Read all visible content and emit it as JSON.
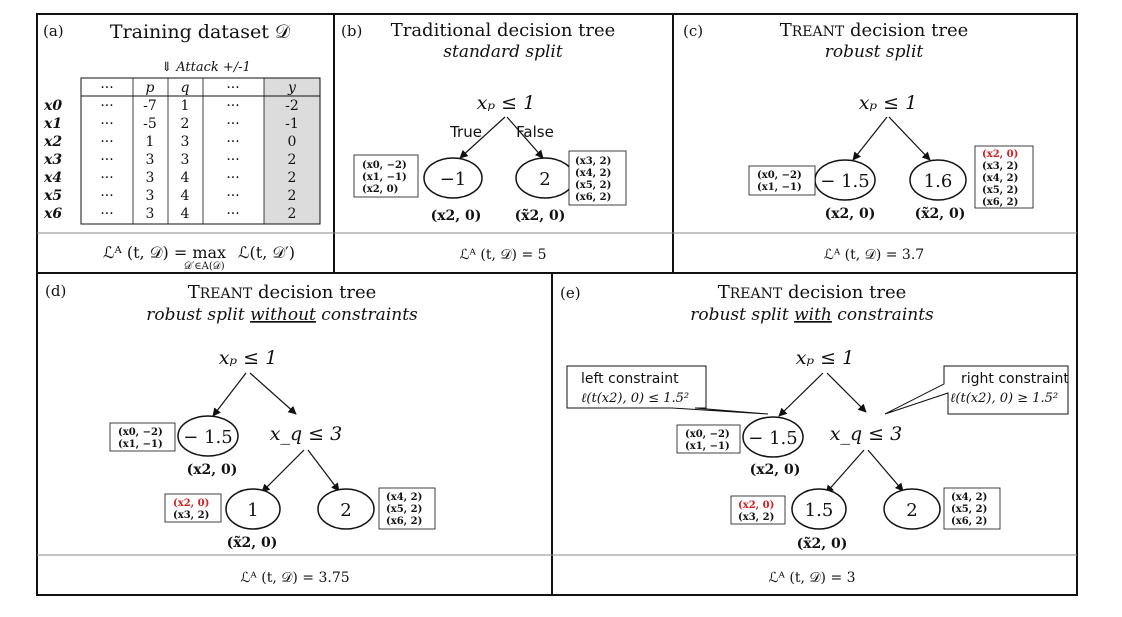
{
  "panel_a": {
    "letter": "(a)",
    "title": "Training dataset 𝒟",
    "attack_label": "⇓ Attack +/-1",
    "table": {
      "headers": [
        "···",
        "p",
        "q",
        "···",
        "y"
      ],
      "rows": [
        {
          "name": "x0",
          "cells": [
            "···",
            "-7",
            "1",
            "···",
            "-2"
          ]
        },
        {
          "name": "x1",
          "cells": [
            "···",
            "-5",
            "2",
            "···",
            "-1"
          ]
        },
        {
          "name": "x2",
          "cells": [
            "···",
            "1",
            "3",
            "···",
            "0"
          ]
        },
        {
          "name": "x3",
          "cells": [
            "···",
            "3",
            "3",
            "···",
            "2"
          ]
        },
        {
          "name": "x4",
          "cells": [
            "···",
            "3",
            "4",
            "···",
            "2"
          ]
        },
        {
          "name": "x5",
          "cells": [
            "···",
            "3",
            "4",
            "···",
            "2"
          ]
        },
        {
          "name": "x6",
          "cells": [
            "···",
            "3",
            "4",
            "···",
            "2"
          ]
        }
      ]
    },
    "formula_lhs": "ℒᴬ (t, 𝒟) = max",
    "formula_rhs": "ℒ(t, 𝒟′)",
    "formula_sub": "𝒟′∈A(𝒟)"
  },
  "panel_b": {
    "letter": "(b)",
    "title": "Traditional decision tree",
    "subtitle": "standard split",
    "root": "xₚ ≤ 1",
    "edge_true": "True",
    "edge_false": "False",
    "left_leaf": "−1",
    "right_leaf": "2",
    "left_box": [
      "(x0, −2)",
      "(x1, −1)",
      "(x2, 0)"
    ],
    "right_box": [
      "(x3, 2)",
      "(x4, 2)",
      "(x5, 2)",
      "(x6, 2)"
    ],
    "left_under": "(x2, 0)",
    "right_under": "(x̃2, 0)",
    "loss": "ℒᴬ (t, 𝒟) = 5"
  },
  "panel_c": {
    "letter": "(c)",
    "title_cap": "T",
    "title_rest": "REANT",
    "title_tail": "decision tree",
    "subtitle": "robust split",
    "root": "xₚ ≤ 1",
    "left_leaf": "− 1.5",
    "right_leaf": "1.6",
    "left_box": [
      "(x0, −2)",
      "(x1, −1)"
    ],
    "right_box": [
      "(x2, 0)",
      "(x3, 2)",
      "(x4, 2)",
      "(x5, 2)",
      "(x6, 2)"
    ],
    "left_under": "(x2, 0)",
    "right_under": "(x̃2, 0)",
    "loss": "ℒᴬ (t, 𝒟) = 3.7"
  },
  "panel_d": {
    "letter": "(d)",
    "title_cap": "T",
    "title_rest": "REANT",
    "title_tail": "decision tree",
    "subtitle_pre": "robust split",
    "subtitle_under": "without",
    "subtitle_post": "constraints",
    "root": "xₚ ≤ 1",
    "mid": "x_q ≤ 3",
    "leaf_a": "− 1.5",
    "leaf_b": "1",
    "leaf_c": "2",
    "box_a": [
      "(x0, −2)",
      "(x1, −1)"
    ],
    "box_b": [
      "(x2, 0)",
      "(x3, 2)"
    ],
    "box_c": [
      "(x4, 2)",
      "(x5, 2)",
      "(x6, 2)"
    ],
    "under_a": "(x2, 0)",
    "under_b": "(x̃2, 0)",
    "loss": "ℒᴬ (t, 𝒟) = 3.75"
  },
  "panel_e": {
    "letter": "(e)",
    "title_cap": "T",
    "title_rest": "REANT",
    "title_tail": "decision tree",
    "subtitle_pre": "robust split",
    "subtitle_under": "with",
    "subtitle_post": "constraints",
    "root": "xₚ ≤ 1",
    "mid": "x_q ≤ 3",
    "leaf_a": "− 1.5",
    "leaf_b": "1.5",
    "leaf_c": "2",
    "box_a": [
      "(x0, −2)",
      "(x1, −1)"
    ],
    "box_b": [
      "(x2, 0)",
      "(x3, 2)"
    ],
    "box_c": [
      "(x4, 2)",
      "(x5, 2)",
      "(x6, 2)"
    ],
    "under_a": "(x2, 0)",
    "under_b": "(x̃2, 0)",
    "left_constraint_title": "left constraint",
    "left_constraint_formula": "ℓ(t(x2), 0) ≤ 1.5²",
    "right_constraint_title": "right constraint",
    "right_constraint_formula": "ℓ(t(x2), 0) ≥ 1.5²",
    "loss": "ℒᴬ (t, 𝒟) = 3"
  },
  "colors": {
    "highlight": "#d12020",
    "y_column_fill": "#dcdcdc"
  }
}
